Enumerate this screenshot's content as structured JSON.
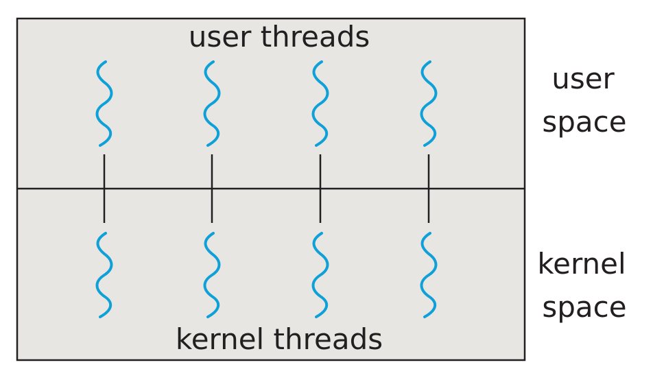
{
  "diagram": {
    "top_label": "user threads",
    "bottom_label": "kernel threads",
    "side_labels": {
      "user_space": [
        "user",
        "space"
      ],
      "kernel_space": [
        "kernel",
        "space"
      ]
    },
    "thread_pairs": 4,
    "colors": {
      "thread": "#0fa0d8",
      "box_fill": "#e8e6e3",
      "line": "#231f20"
    }
  }
}
